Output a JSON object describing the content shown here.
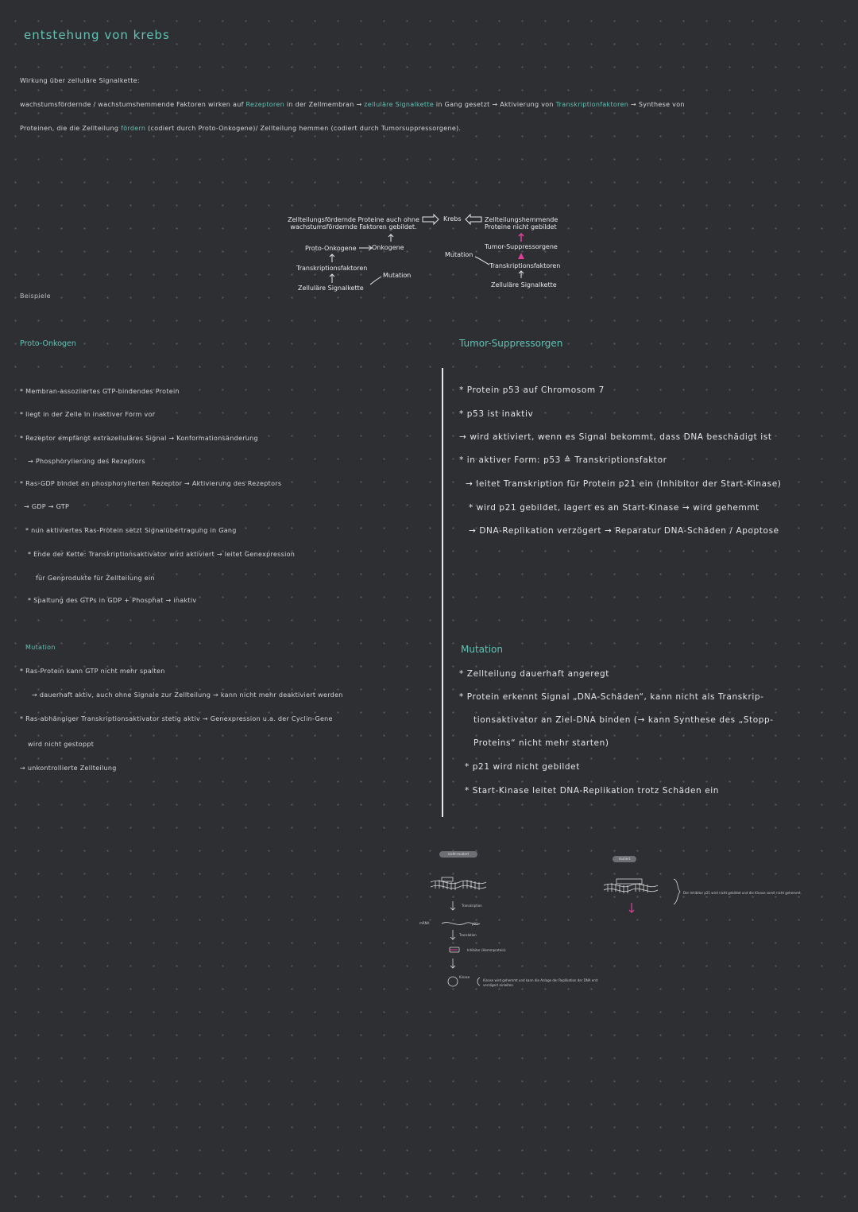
{
  "title": "entstehung von krebs",
  "signal": {
    "heading": "Wirkung über zelluläre Signalkette:",
    "line1": {
      "a": "wachstumsfördernde / wachstumshemmende Faktoren wirken auf",
      "b": "Rezeptoren",
      "c": "in der Zellmembran →",
      "d": "zelluläre Signalkette",
      "e": "in Gang gesetzt → Aktivierung von",
      "f": "Transkriptionfaktoren",
      "g": "→ Synthese von"
    },
    "line2": {
      "a": "Proteinen, die die Zellteilung",
      "b": "fördern",
      "c": "(codiert durch Proto-Onkogene)/ Zellteilung hemmen (codiert durch Tumorsuppressorgene)."
    }
  },
  "diagram": {
    "left_top": [
      "Zellteilungsfördernde Proteine auch ohne",
      "wachstumsfördernde Faktoren gebildet."
    ],
    "proto": "Proto-Onkogene",
    "onko": "Onkogene",
    "tf_left": "Transkriptionsfaktoren",
    "mutation_left": "Mutation",
    "signal_left": "Zelluläre Signalkette",
    "krebs": "Krebs",
    "right_top": [
      "Zellteilungshemmende",
      "Proteine nicht gebildet"
    ],
    "tsg": "Tumor-Suppressorgene",
    "mutation_right": "Mutation",
    "tf_right": "Transkriptionsfaktoren",
    "signal_right": "Zelluläre Signalkette"
  },
  "beispiele": "Beispiele",
  "proto_onkogen": {
    "heading": "Proto-Onkogen",
    "lines": [
      "* Membran-assoziiertes GTP-bindendes Protein",
      "* liegt in der Zelle in inaktiver Form vor",
      "* Rezeptor empfängt extrazelluläres Signal → Konformationsänderung",
      "→ Phosphorylierung des Rezeptors",
      "* Ras-GDP bindet an phosphorylierten Rezeptor → Aktivierung des Rezeptors",
      "→ GDP → GTP",
      "* nun aktiviertes Ras-Protein setzt Signalübertragung in Gang",
      "* Ende der Kette: Transkriptionsaktivator wird aktiviert → leitet Genexpression",
      "für Genprodukte für Zellteilung ein",
      "* Spaltung des GTPs in GDP + Phosphat → inaktiv"
    ],
    "mutation_heading": "Mutation",
    "mutation_lines": [
      "* Ras-Protein kann GTP nicht mehr spalten",
      "→ dauerhaft aktiv, auch ohne Signale zur Zellteilung → kann nicht mehr deaktiviert werden",
      "* Ras-abhängiger Transkriptionsaktivator stetig aktiv → Genexpression u.a. der Cyclin-Gene",
      "wird nicht gestoppt",
      "→ unkontrollierte Zellteilung"
    ]
  },
  "tumor": {
    "heading": "Tumor-Suppressorgen",
    "lines": [
      "* Protein p53 auf Chromosom 7",
      "* p53 ist inaktiv",
      "→ wird aktiviert, wenn es Signal bekommt, dass DNA beschädigt ist",
      "* in aktiver Form: p53 ≙ Transkriptionsfaktor",
      "→ leitet Transkription für Protein p21 ein (Inhibitor der Start-Kinase)",
      "* wird p21 gebildet, lagert es an Start-Kinase → wird gehemmt",
      "→ DNA-Replikation verzögert → Reparatur DNA-Schäden / Apoptose"
    ],
    "mutation_heading": "Mutation",
    "mutation_lines": [
      "* Zellteilung dauerhaft angeregt",
      "* Protein erkennt Signal „DNA-Schäden“, kann nicht als Transkrip-",
      "tionsaktivator an Ziel-DNA binden (→ kann Synthese des „Stopp-",
      "Proteins“ nicht mehr starten)",
      "* p21 wird nicht gebildet",
      "* Start-Kinase leitet DNA-Replikation trotz Schäden ein"
    ]
  },
  "mini": {
    "label_left": "nicht-mutiert",
    "label_right": "mutiert",
    "transkription": "Transkription",
    "p21": "p21",
    "translation": "Translation",
    "inhibitor": "Inhibitor (Hemmprotein)",
    "kinase": "Kinase",
    "mrna": "mRNA",
    "note_left": "Kinase wird gehemmt und kann die Anlage der Replikation der DNA erst verzögert einleiten",
    "note_right": "Der Inhibitor p21 wird nicht gebildet und die Kinase somit nicht gehemmt."
  }
}
